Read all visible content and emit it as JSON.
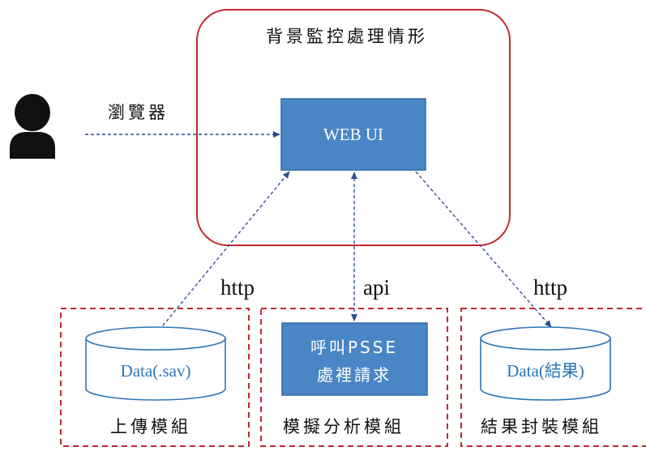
{
  "diagram": {
    "container_title": "背景監控處理情形",
    "browser_label": "瀏覽器",
    "webui_label": "WEB UI",
    "left_arrow_label": "http",
    "center_arrow_label": "api",
    "right_arrow_label": "http",
    "modules": {
      "upload": {
        "db_label": "Data(.sav)",
        "caption": "上傳模組"
      },
      "analysis": {
        "box_line1": "呼叫PSSE",
        "box_line2": "處裡請求",
        "caption": "模擬分析模組"
      },
      "results": {
        "db_label": "Data(結果)",
        "caption": "結果封裝模組"
      }
    }
  },
  "colors": {
    "container_border": "#c0282e",
    "module_border": "#c0282e",
    "box_fill": "#4a86c5",
    "box_border": "#2f6aa6",
    "arrow": "#2f4f8f",
    "db_stroke": "#2e75b6",
    "db_text": "#2e75b6",
    "user_icon": "#111111"
  },
  "icons": {
    "user": "person-icon",
    "database_upload": "database-icon",
    "database_results": "database-icon"
  }
}
